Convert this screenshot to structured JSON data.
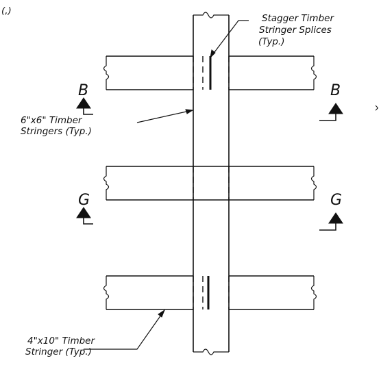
{
  "callouts": {
    "stagger_line1": "Stagger Timber",
    "stagger_line2": "Stringer Splices",
    "stagger_line3": "(Typ.)",
    "six_line1": "6\"x6\" Timber",
    "six_line2": "Stringers (Typ.)",
    "four_line1": "4\"x10\" Timber",
    "four_line2": "Stringer (Typ.)",
    "corner_mark": "(,)",
    "edge_mark": "^"
  },
  "section_marks": {
    "b_left": "B",
    "b_right": "B",
    "g_left": "G",
    "g_right": "G"
  }
}
